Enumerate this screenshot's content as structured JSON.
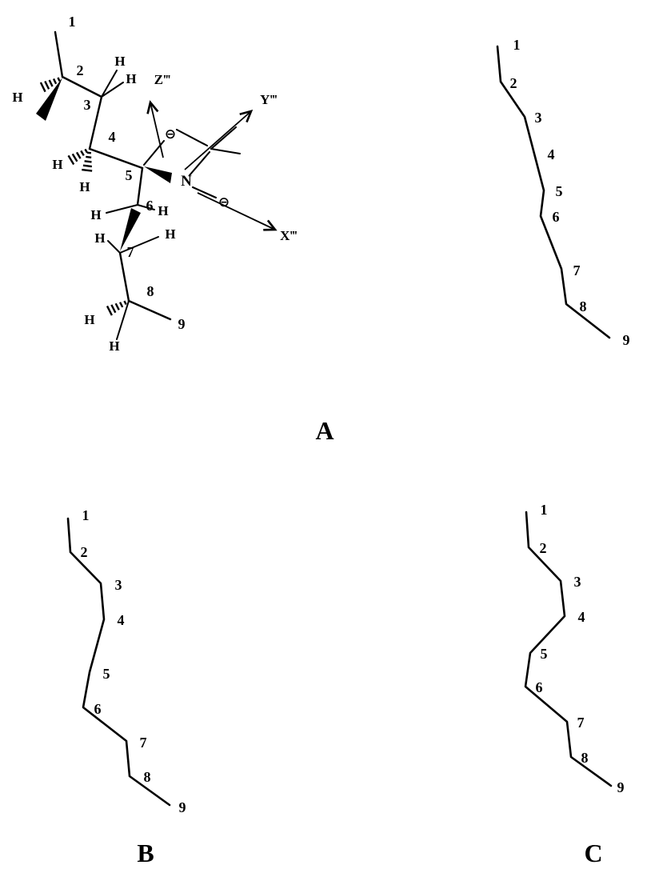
{
  "figure": {
    "molecule": {
      "carbons": [
        "1",
        "2",
        "3",
        "4",
        "5",
        "6",
        "7",
        "8",
        "9"
      ],
      "hydrogen": "H",
      "nitrogen": "N",
      "oxygen": "⊖",
      "axes": {
        "z": "Z‴",
        "y": "Y‴",
        "x": "X‴"
      }
    },
    "panels": {
      "a": {
        "label": "A",
        "numbers": [
          "1",
          "2",
          "3",
          "4",
          "5",
          "6",
          "7",
          "8",
          "9"
        ]
      },
      "b": {
        "label": "B",
        "numbers": [
          "1",
          "2",
          "3",
          "4",
          "5",
          "6",
          "7",
          "8",
          "9"
        ]
      },
      "c": {
        "label": "C",
        "numbers": [
          "1",
          "2",
          "3",
          "4",
          "5",
          "6",
          "7",
          "8",
          "9"
        ]
      }
    },
    "colors": {
      "ink": "#000000",
      "background": "#ffffff"
    }
  }
}
